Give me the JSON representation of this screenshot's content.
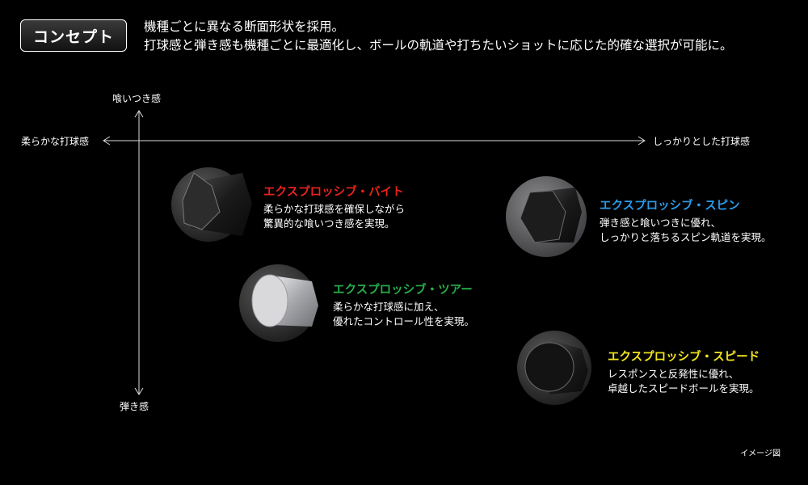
{
  "badge": "コンセプト",
  "intro": {
    "line1": "機種ごとに異なる断面形状を採用。",
    "line2": "打球感と弾き感も機種ごとに最適化し、ボールの軌道や打ちたいショットに応じた的確な選択が可能に。"
  },
  "axes": {
    "top": "喰いつき感",
    "bottom": "弾き感",
    "left": "柔らかな打球感",
    "right": "しっかりとした打球感"
  },
  "products": [
    {
      "name": "エクスプロッシブ・バイト",
      "color": "#e8231c",
      "desc1": "柔らかな打球感を確保しながら",
      "desc2": "驚異的な喰いつき感を実現。"
    },
    {
      "name": "エクスプロッシブ・スピン",
      "color": "#2b9be8",
      "desc1": "弾き感と喰いつきに優れ、",
      "desc2": "しっかりと落ちるスピン軌道を実現。"
    },
    {
      "name": "エクスプロッシブ・ツアー",
      "color": "#27b04a",
      "desc1": "柔らかな打球感に加え、",
      "desc2": "優れたコントロール性を実現。"
    },
    {
      "name": "エクスプロッシブ・スピード",
      "color": "#f2e51b",
      "desc1": "レスポンスと反発性に優れ、",
      "desc2": "卓越したスピードボールを実現。"
    }
  ],
  "note": "イメージ図"
}
